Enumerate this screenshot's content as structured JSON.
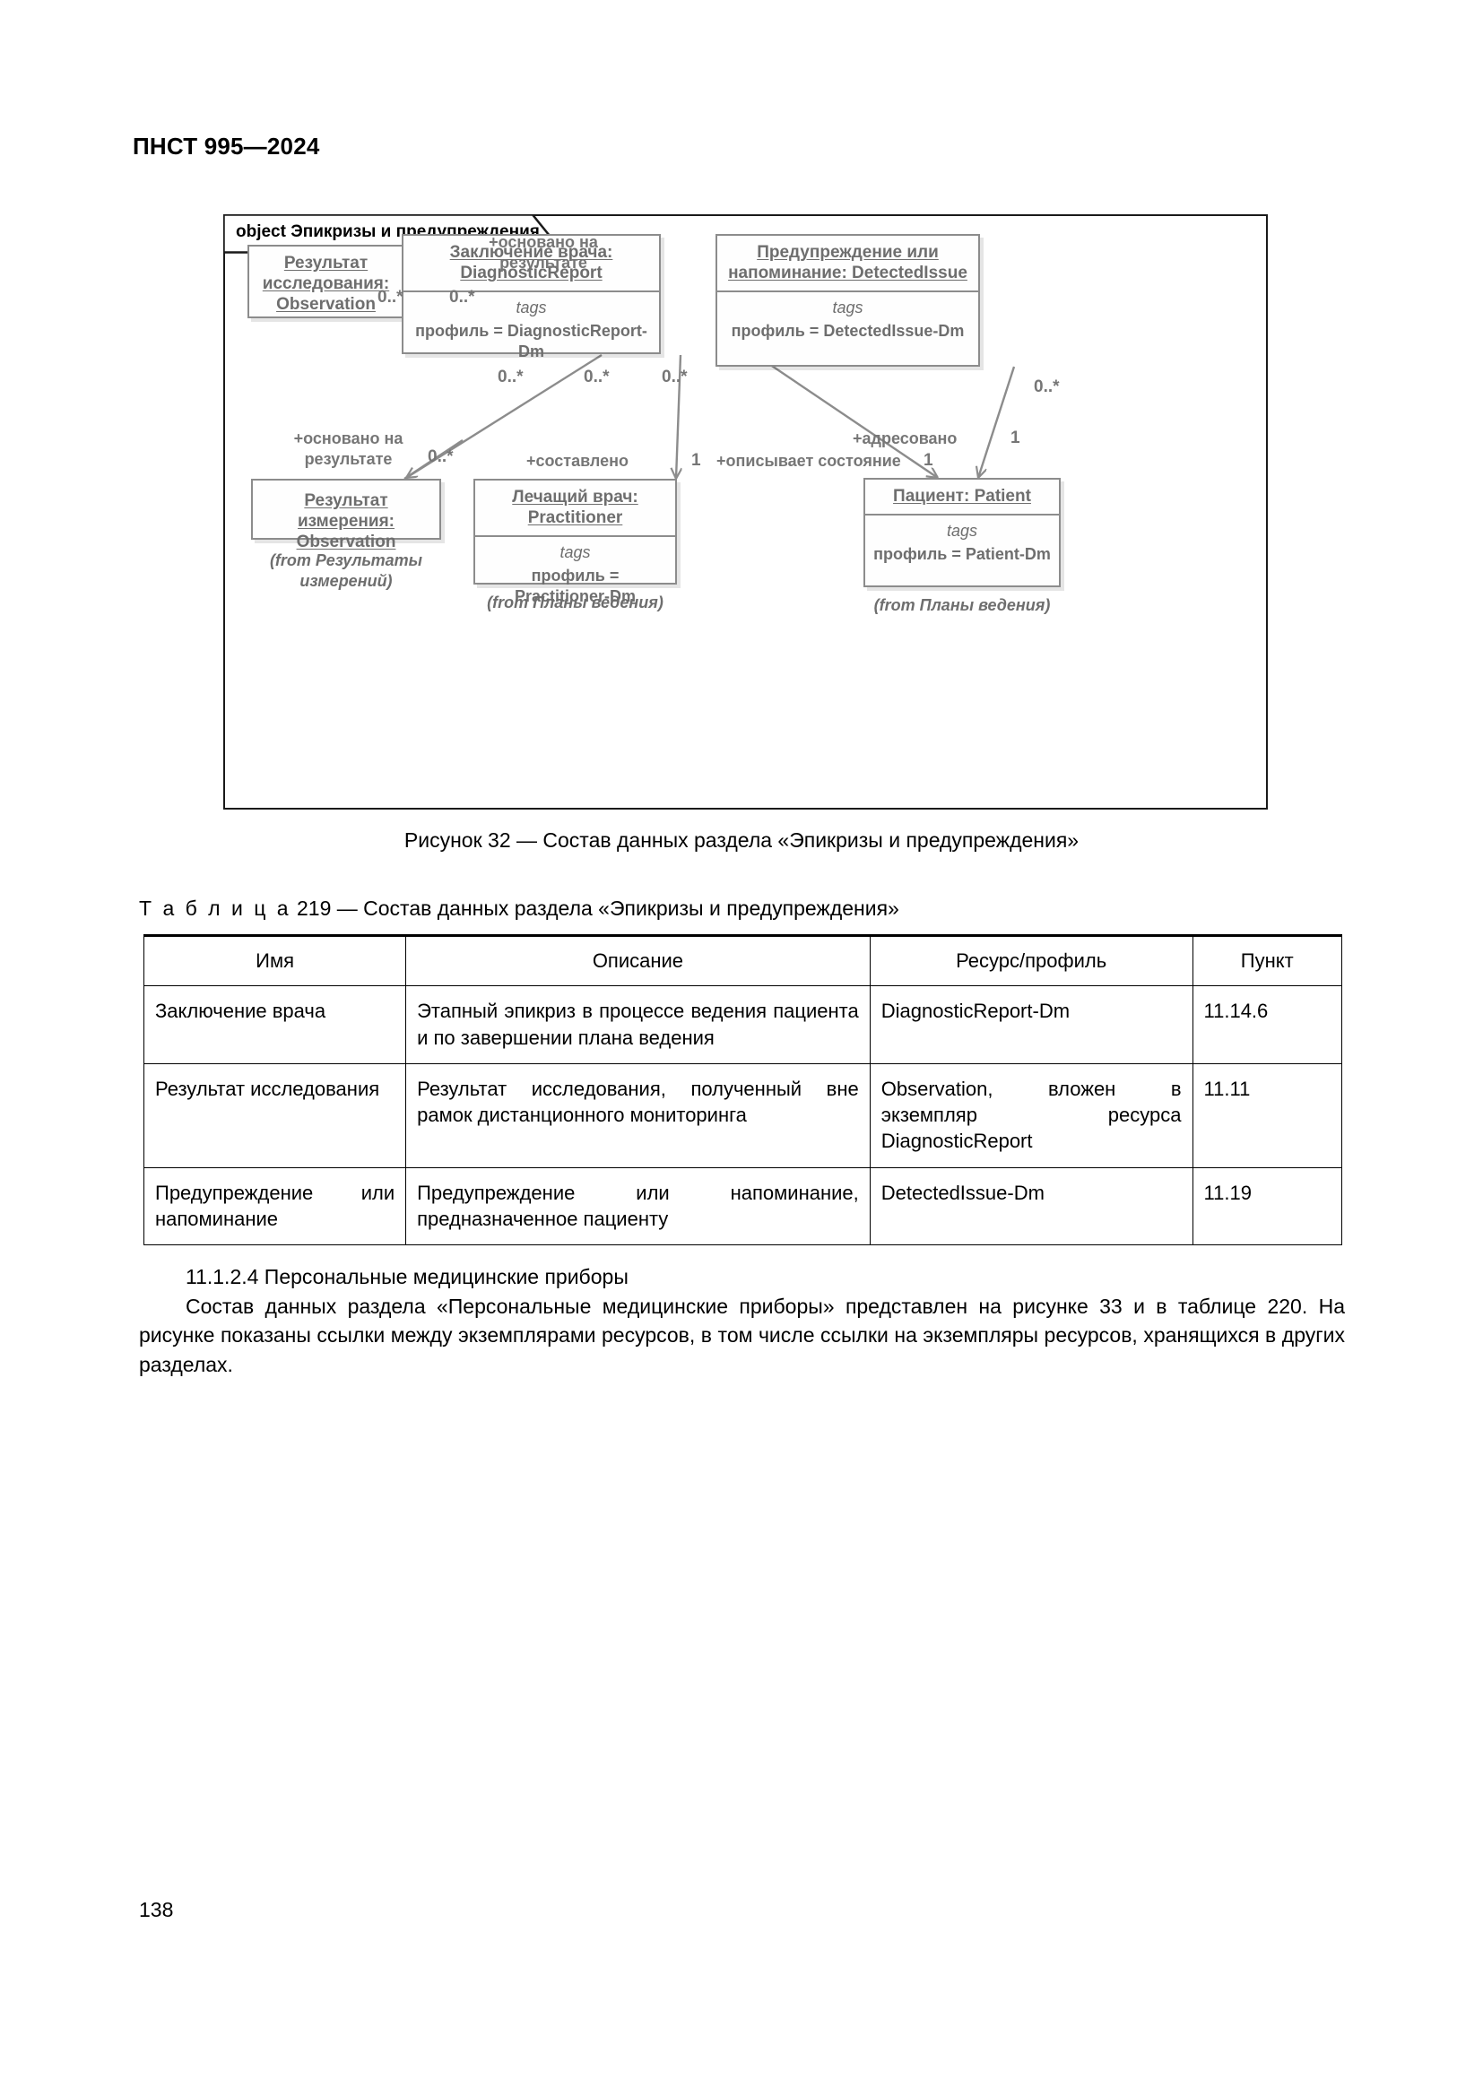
{
  "document": {
    "header": "ПНСТ 995—2024",
    "page_number": "138"
  },
  "figure": {
    "frame_tab": "object Эпикризы и предупреждения",
    "caption": "Рисунок 32 — Состав данных раздела «Эпикризы и предупреждения»",
    "boxes": [
      {
        "id": "observation-study",
        "title_lines": [
          "Результат",
          "исследования:",
          "Observation"
        ],
        "compartment": null,
        "from_note": null
      },
      {
        "id": "diagnostic-report",
        "title_lines": [
          "Заключение врача:",
          "DiagnosticReport"
        ],
        "compartment": {
          "keyword": "tags",
          "value": "профиль = DiagnosticReport-Dm"
        },
        "from_note": null
      },
      {
        "id": "detected-issue",
        "title_lines": [
          "Предупреждение или",
          "напоминание: DetectedIssue"
        ],
        "compartment": {
          "keyword": "tags",
          "value": "профиль = DetectedIssue-Dm"
        },
        "from_note": null
      },
      {
        "id": "observation-measure",
        "title_lines": [
          "Результат измерения:",
          "Observation"
        ],
        "compartment": null,
        "from_note": [
          "(from Результаты",
          "измерений)"
        ]
      },
      {
        "id": "practitioner",
        "title_lines": [
          "Лечащий врач:",
          "Practitioner"
        ],
        "compartment": {
          "keyword": "tags",
          "value": "профиль = Practitioner-Dm"
        },
        "from_note": [
          "(from Планы ведения)"
        ]
      },
      {
        "id": "patient",
        "title_lines": [
          "Пациент: Patient"
        ],
        "compartment": {
          "keyword": "tags",
          "value": "профиль = Patient-Dm"
        },
        "from_note": [
          "(from Планы ведения)"
        ]
      }
    ],
    "edges": [
      {
        "id": "dr-to-obs-study",
        "label_lines": [
          "+основано на",
          "результате"
        ],
        "source_mult": "0..*",
        "target_mult": "0..*"
      },
      {
        "id": "dr-to-obs-measure",
        "label_lines": [
          "+основано на",
          "результате"
        ],
        "source_mult": "0..*",
        "target_mult": "0..*"
      },
      {
        "id": "dr-to-practitioner",
        "label_lines": [
          "+составлено"
        ],
        "source_mult": "0..*",
        "target_mult": "1"
      },
      {
        "id": "dr-to-patient",
        "label_lines": [
          "+описывает состояние"
        ],
        "source_mult": "0..*",
        "target_mult": "1"
      },
      {
        "id": "di-to-patient",
        "label_lines": [
          "+адресовано"
        ],
        "source_mult": "0..*",
        "target_mult": "1"
      }
    ]
  },
  "table": {
    "caption_prefix": "Т а б л и ц а",
    "caption_number": "219",
    "caption_text": "— Состав данных раздела «Эпикризы и предупреждения»",
    "headers": [
      "Имя",
      "Описание",
      "Ресурс/профиль",
      "Пункт"
    ],
    "rows": [
      {
        "name": "Заключение врача",
        "description": "Этапный эпикриз в процессе ведения пациента и по завершении плана ведения",
        "resource": "DiagnosticReport-Dm",
        "item": "11.14.6"
      },
      {
        "name": "Результат исследования",
        "description": "Результат исследования, полученный вне рамок дистанционного мониторинга",
        "resource": "Observation, вложен в экземпляр ресурса DiagnosticReport",
        "item": "11.11"
      },
      {
        "name": "Предупреждение или напоминание",
        "description": "Предупреждение или напоминание, предназначенное пациенту",
        "resource": "DetectedIssue-Dm",
        "item": "11.19"
      }
    ]
  },
  "body": {
    "section_heading": "11.1.2.4 Персональные медицинские приборы",
    "paragraph": "Состав данных раздела «Персональные медицинские приборы» представлен на рисунке 33 и в таблице 220. На рисунке показаны ссылки между экземплярами ресурсов, в том числе ссылки на экземпляры ресурсов, хранящихся в других разделах."
  },
  "colors": {
    "frame_border": "#1a1a1a",
    "box_border": "#8c8c8c",
    "box_text": "#6e6e6e",
    "edge": "#8c8c8c",
    "text": "#000000"
  }
}
